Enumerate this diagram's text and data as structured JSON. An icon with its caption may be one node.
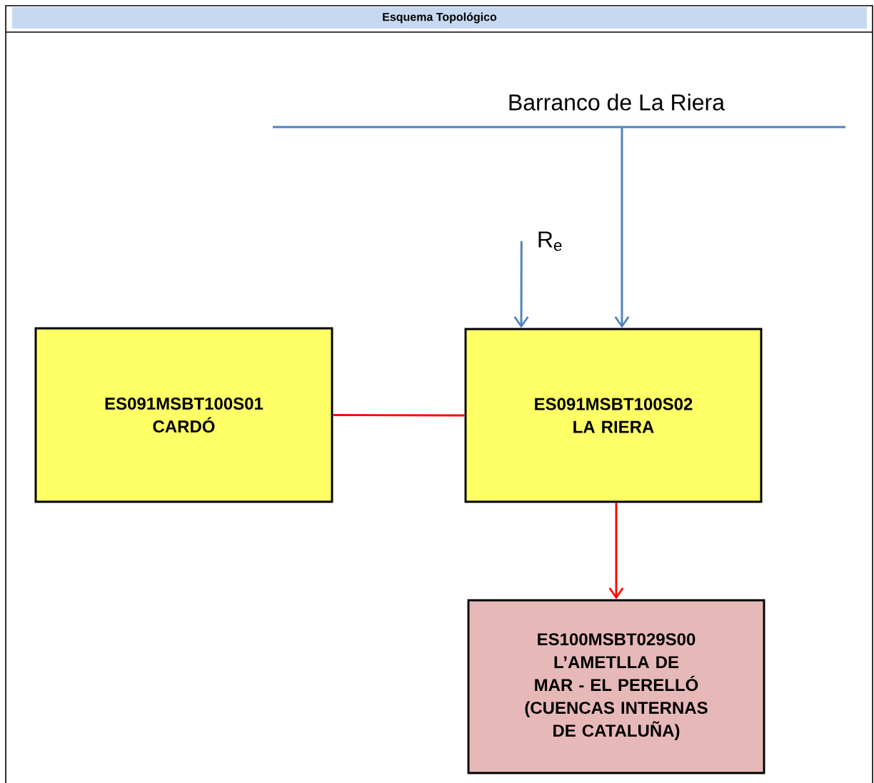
{
  "diagram": {
    "title": "Esquema Topológico",
    "nodes": [
      {
        "text": [
          "Barranco de La Riera"
        ]
      },
      {
        "text": [
          "R$_{e}$"
        ]
      },
      {
        "text": [
          "ES091MSBT100S01",
          "CARDÓ"
        ]
      },
      {
        "text": [
          "ES091MSBT100S02",
          "LA RIERA"
        ]
      },
      {
        "text": [
          "ES100MSBT029S00",
          "L’AMETLLA DE MAR - EL PERELLÓ",
          "(CUENCAS INTERNAS DE CATALUÑA)"
        ]
      }
    ],
    "edges": [
      {
        "from": 0,
        "to": 3,
        "arrow": "to",
        "color": "#4f81bd"
      },
      {
        "from": 1,
        "to": 3,
        "arrow": "to",
        "color": "#4f81bd"
      },
      {
        "from": 2,
        "to": 3,
        "arrow": "none",
        "color": "#ff0000"
      },
      {
        "from": 3,
        "to": 4,
        "arrow": "to",
        "color": "#ff0000"
      }
    ]
  }
}
